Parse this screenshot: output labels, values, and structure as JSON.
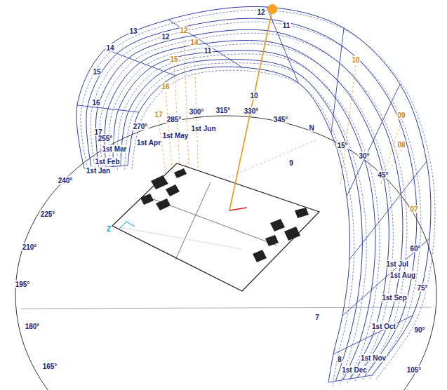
{
  "diagram": {
    "labels": [
      "12",
      "11",
      "13",
      "12",
      "12",
      "14",
      "14",
      "11",
      "15",
      "10",
      "15",
      "16",
      "10",
      "16",
      "09",
      "17",
      "285°",
      "300°",
      "315°",
      "330°",
      "345°",
      "17",
      "N",
      "270°",
      "1st Jun",
      "1st May",
      "1st Apr",
      "255°",
      "1st Mar",
      "15°",
      "08",
      "30°",
      "1st Feb",
      "9",
      "1st Jan",
      "45°",
      "240°",
      "07",
      "225°",
      "Z",
      "210°",
      "60°",
      "1st Jul",
      "1st Aug",
      "195°",
      "75°",
      "1st Sep",
      "7",
      "1st Oct",
      "180°",
      "90°",
      "1st Nov",
      "8",
      "165°",
      "1st Dec",
      "105°"
    ]
  }
}
